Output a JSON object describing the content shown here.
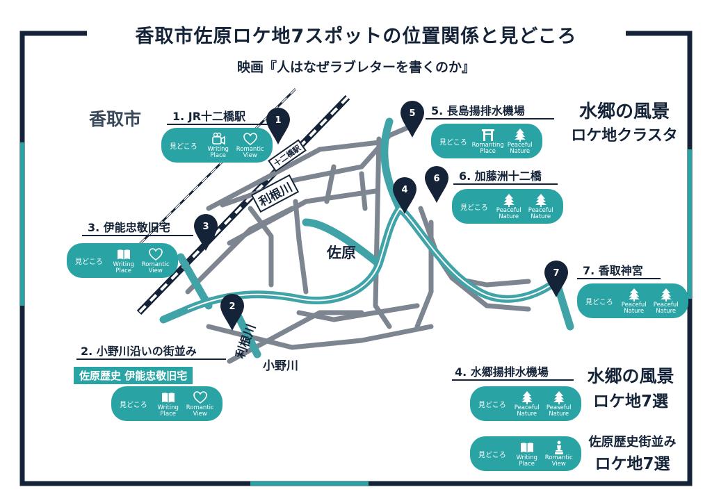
{
  "title": "香取市佐原ロケ地7スポットの位置関係と見どころ",
  "subtitle": "映画『人はなぜラブレターを書くのか』",
  "city_label": "香取市",
  "map_labels": {
    "sawara": "佐原",
    "tone_river": "利根川",
    "tone_river2": "利根川",
    "ono_river": "小野川",
    "station_sign": "十二橋駅"
  },
  "side_panels": {
    "top_right": {
      "line1": "水郷の風景",
      "line2": "ロケ地クラスタ"
    },
    "mid_right": {
      "line1": "水郷の風景",
      "line2": "ロケ地7選"
    },
    "bottom_right": {
      "line1": "佐原歴史街並み",
      "line2": "ロケ地7選"
    }
  },
  "highlight": "佐原歴史 伊能忠敬旧宅",
  "mi_label": "見どころ",
  "spots": [
    {
      "num": "1",
      "label": "1. JR十二橋駅"
    },
    {
      "num": "2",
      "label": "2. 小野川沿いの街並み"
    },
    {
      "num": "3",
      "label": "3. 伊能忠敬旧宅"
    },
    {
      "num": "4",
      "label": "4. 水郷揚排水機場"
    },
    {
      "num": "5",
      "label": "5. 長島揚排水機場"
    },
    {
      "num": "6",
      "label": "6. 加藤洲十二橋"
    },
    {
      "num": "7",
      "label": "7. 香取神宮"
    }
  ],
  "badges": {
    "b1": [
      {
        "icon": "camera-icon",
        "l1": "Writing",
        "l2": "Place"
      },
      {
        "icon": "heart-icon",
        "l1": "Romantic",
        "l2": "View"
      }
    ],
    "b3": [
      {
        "icon": "book-icon",
        "l1": "Writing",
        "l2": "Place"
      },
      {
        "icon": "heart-icon",
        "l1": "Romantic",
        "l2": "View"
      }
    ],
    "b2": [
      {
        "icon": "book-icon",
        "l1": "Writing",
        "l2": "Place"
      },
      {
        "icon": "heart-icon",
        "l1": "Romantic",
        "l2": "View"
      }
    ],
    "b5": [
      {
        "icon": "gate-icon",
        "l1": "Romanting",
        "l2": "Place"
      },
      {
        "icon": "tree-icon",
        "l1": "Peaceful",
        "l2": "Nature"
      }
    ],
    "b6": [
      {
        "icon": "tree-icon",
        "l1": "Peaceful",
        "l2": "Nature"
      },
      {
        "icon": "tree-icon",
        "l1": "Peaceful",
        "l2": "Nature"
      }
    ],
    "b7": [
      {
        "icon": "tree-icon",
        "l1": "Peaceful",
        "l2": "Nature"
      },
      {
        "icon": "tree-icon",
        "l1": "Peaceful",
        "l2": "Nature"
      }
    ],
    "b4": [
      {
        "icon": "tree-icon",
        "l1": "Peaceful",
        "l2": "Nature"
      },
      {
        "icon": "tree-icon",
        "l1": "Peaseful",
        "l2": "Nature"
      }
    ],
    "b8": [
      {
        "icon": "book-icon",
        "l1": "Writing",
        "l2": "Place"
      },
      {
        "icon": "statue-icon",
        "l1": "Romantic",
        "l2": "View"
      }
    ]
  },
  "colors": {
    "navy": "#152338",
    "teal": "#2aa3a5",
    "road": "#7d8590"
  }
}
